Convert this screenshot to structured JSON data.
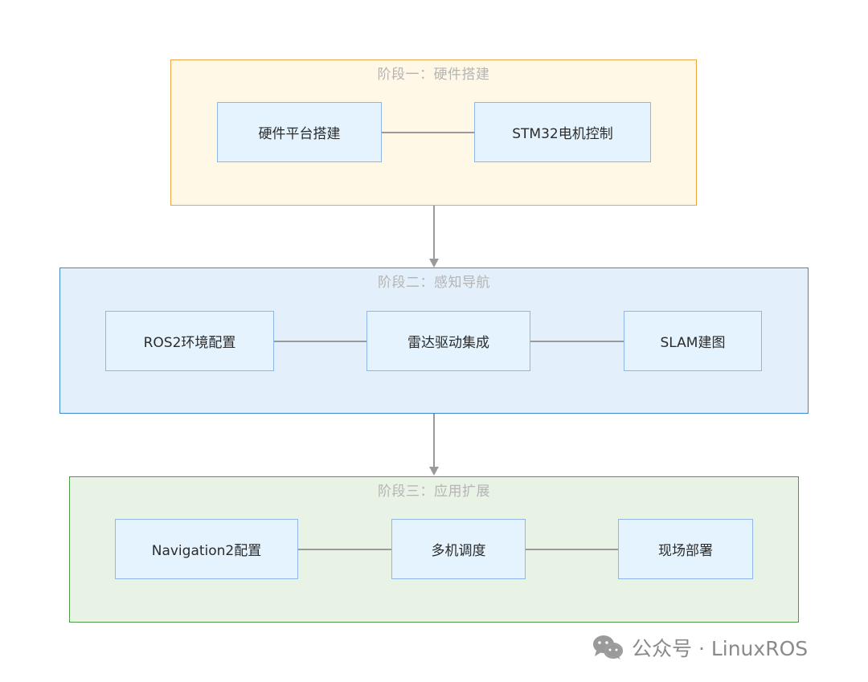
{
  "stages": [
    {
      "title": "阶段一：硬件搭建",
      "nodes": [
        "硬件平台搭建",
        "STM32电机控制"
      ]
    },
    {
      "title": "阶段二：感知导航",
      "nodes": [
        "ROS2环境配置",
        "雷达驱动集成",
        "SLAM建图"
      ]
    },
    {
      "title": "阶段三：应用扩展",
      "nodes": [
        "Navigation2配置",
        "多机调度",
        "现场部署"
      ]
    }
  ],
  "watermark": {
    "icon": "wechat-icon",
    "text": "公众号 · LinuxROS"
  },
  "colors": {
    "stage1_fill": "#fff8e6",
    "stage1_border": "#f0a640",
    "stage2_fill": "#e3f0fb",
    "stage2_border": "#3f87d2",
    "stage3_fill": "#e8f3e6",
    "stage3_border": "#4d9a4a",
    "node_fill": "#e4f3fd",
    "node_border": "#8fb6e8",
    "edge": "#9a9a9a"
  }
}
